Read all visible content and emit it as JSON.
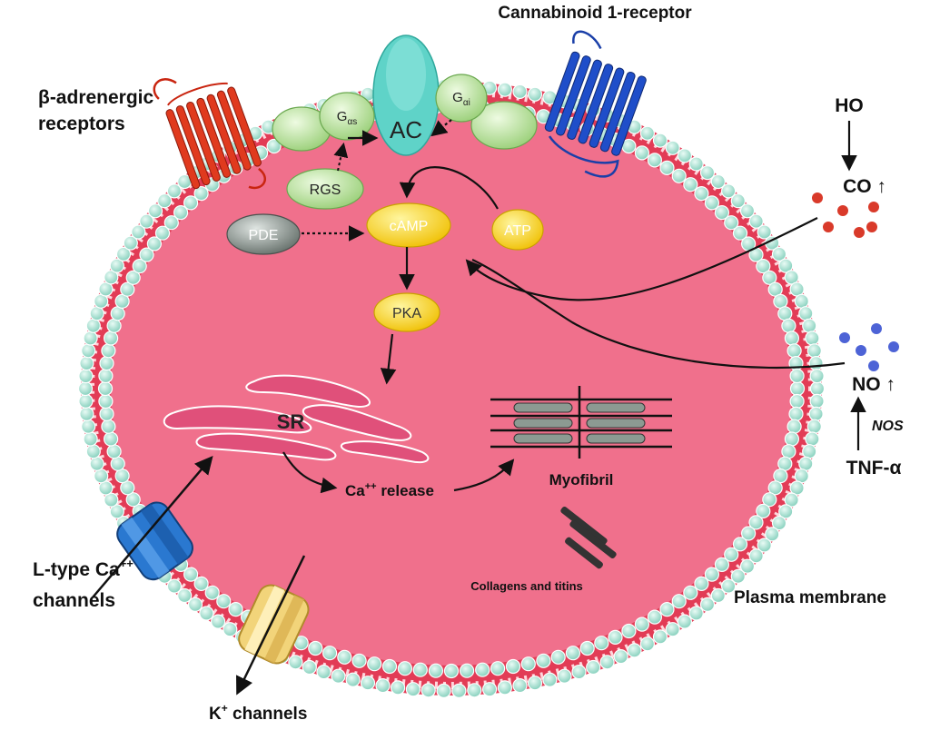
{
  "labels": {
    "cb1_receptor": "Cannabinoid 1-receptor",
    "beta_receptors_line1": "β-adrenergic",
    "beta_receptors_line2": "receptors",
    "ho": "HO",
    "co": "CO ↑",
    "no": "NO ↑",
    "nos": "NOS",
    "tnf": "TNF-α",
    "myofibril": "Myofibril",
    "collagens": "Collagens and titins",
    "plasma_membrane": "Plasma membrane",
    "l_type_line1_prefix": "L-type Ca",
    "l_type_line1_sup": "++",
    "l_type_line2": "channels",
    "k_prefix": "K",
    "k_sup": "+",
    "k_suffix": " channels",
    "ca_release_prefix": "Ca",
    "ca_release_sup": "++",
    "ca_release_suffix": " release"
  },
  "nodes": {
    "gas_main": "G",
    "gas_sub": "αs",
    "gai_main": "G",
    "gai_sub": "αi",
    "ac": "AC",
    "rgs": "RGS",
    "pde": "PDE",
    "camp": "cAMP",
    "atp": "ATP",
    "pka": "PKA",
    "sr": "SR"
  },
  "colors": {
    "cytoplasm": "#f0708c",
    "membrane_band": "#e0334f",
    "lipid_head": "#a8e0d2",
    "g_protein": "#bfe6a3",
    "ac": "#5fd3c8",
    "yellow_node": "#f4d21a",
    "pde": "#9aa39e",
    "beta_receptor": "#e03a1e",
    "cb1_receptor": "#1f4ec9",
    "co_dot": "#d93a2a",
    "no_dot": "#4d63d6",
    "sr": "#e0507a",
    "ca_channel": "#2a78d0",
    "k_channel": "#f2d47a"
  }
}
